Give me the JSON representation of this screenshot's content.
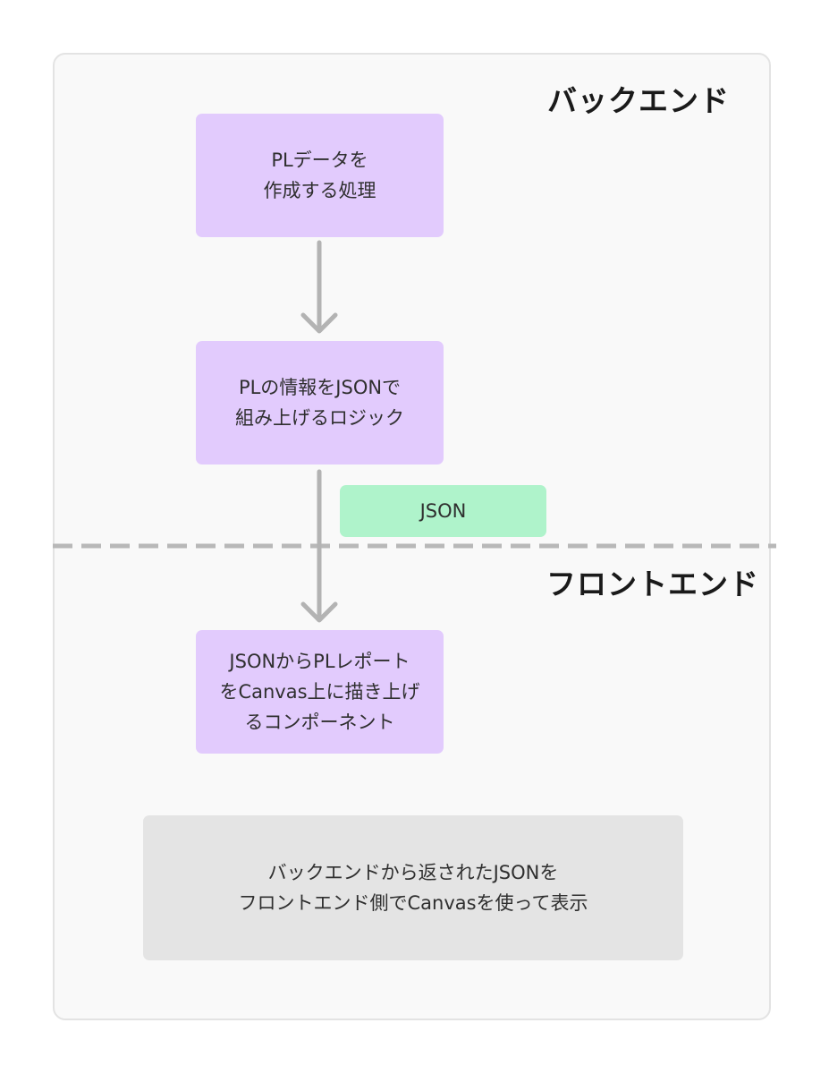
{
  "sections": {
    "backend": "バックエンド",
    "frontend": "フロントエンド"
  },
  "nodes": {
    "create_pl_data": "PLデータを\n作成する処理",
    "build_json": "PLの情報をJSONで\n組み上げるロジック",
    "json_tag": "JSON",
    "canvas_component": "JSONからPLレポート\nをCanvas上に描き上げ\nるコンポーネント",
    "summary_note": "バックエンドから返されたJSONを\nフロントエンド側でCanvasを使って表示"
  },
  "colors": {
    "process_box": "#e2cbfd",
    "data_tag": "#aff3cb",
    "note_box": "#e4e4e4",
    "arrow": "#b3b3b3",
    "divider": "#b8b8b8"
  }
}
